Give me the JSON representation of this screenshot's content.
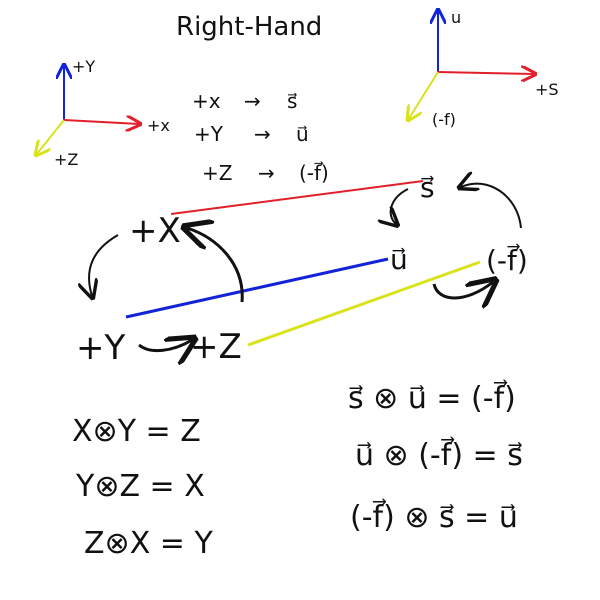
{
  "title": "Right-Hand",
  "colors": {
    "ink": "#111111",
    "red": "#e31f2b",
    "blue": "#1323d8",
    "yellow": "#d9e31c"
  },
  "left_axes": {
    "y": "+Y",
    "x": "+x",
    "z": "+Z"
  },
  "right_axes": {
    "u": "u",
    "s": "+S",
    "f": "(-f)"
  },
  "mapping": [
    {
      "from": "+x",
      "arrow": "→",
      "to": "s⃗"
    },
    {
      "from": "+Y",
      "arrow": "→",
      "to": "u⃗"
    },
    {
      "from": "+Z",
      "arrow": "→",
      "to": "(-f⃗)"
    }
  ],
  "cycle_left": {
    "x": "+X",
    "y": "+Y",
    "z": "+Z"
  },
  "cycle_right": {
    "s": "s⃗",
    "u": "u⃗",
    "f": "(-f⃗)"
  },
  "equations_left": [
    "X⊗Y = Z",
    "Y⊗Z = X",
    "Z⊗X = Y"
  ],
  "equations_right": [
    "s⃗ ⊗ u⃗ = (-f⃗)",
    "u⃗ ⊗ (-f⃗) = s⃗",
    "(-f⃗) ⊗ s⃗ = u⃗"
  ]
}
